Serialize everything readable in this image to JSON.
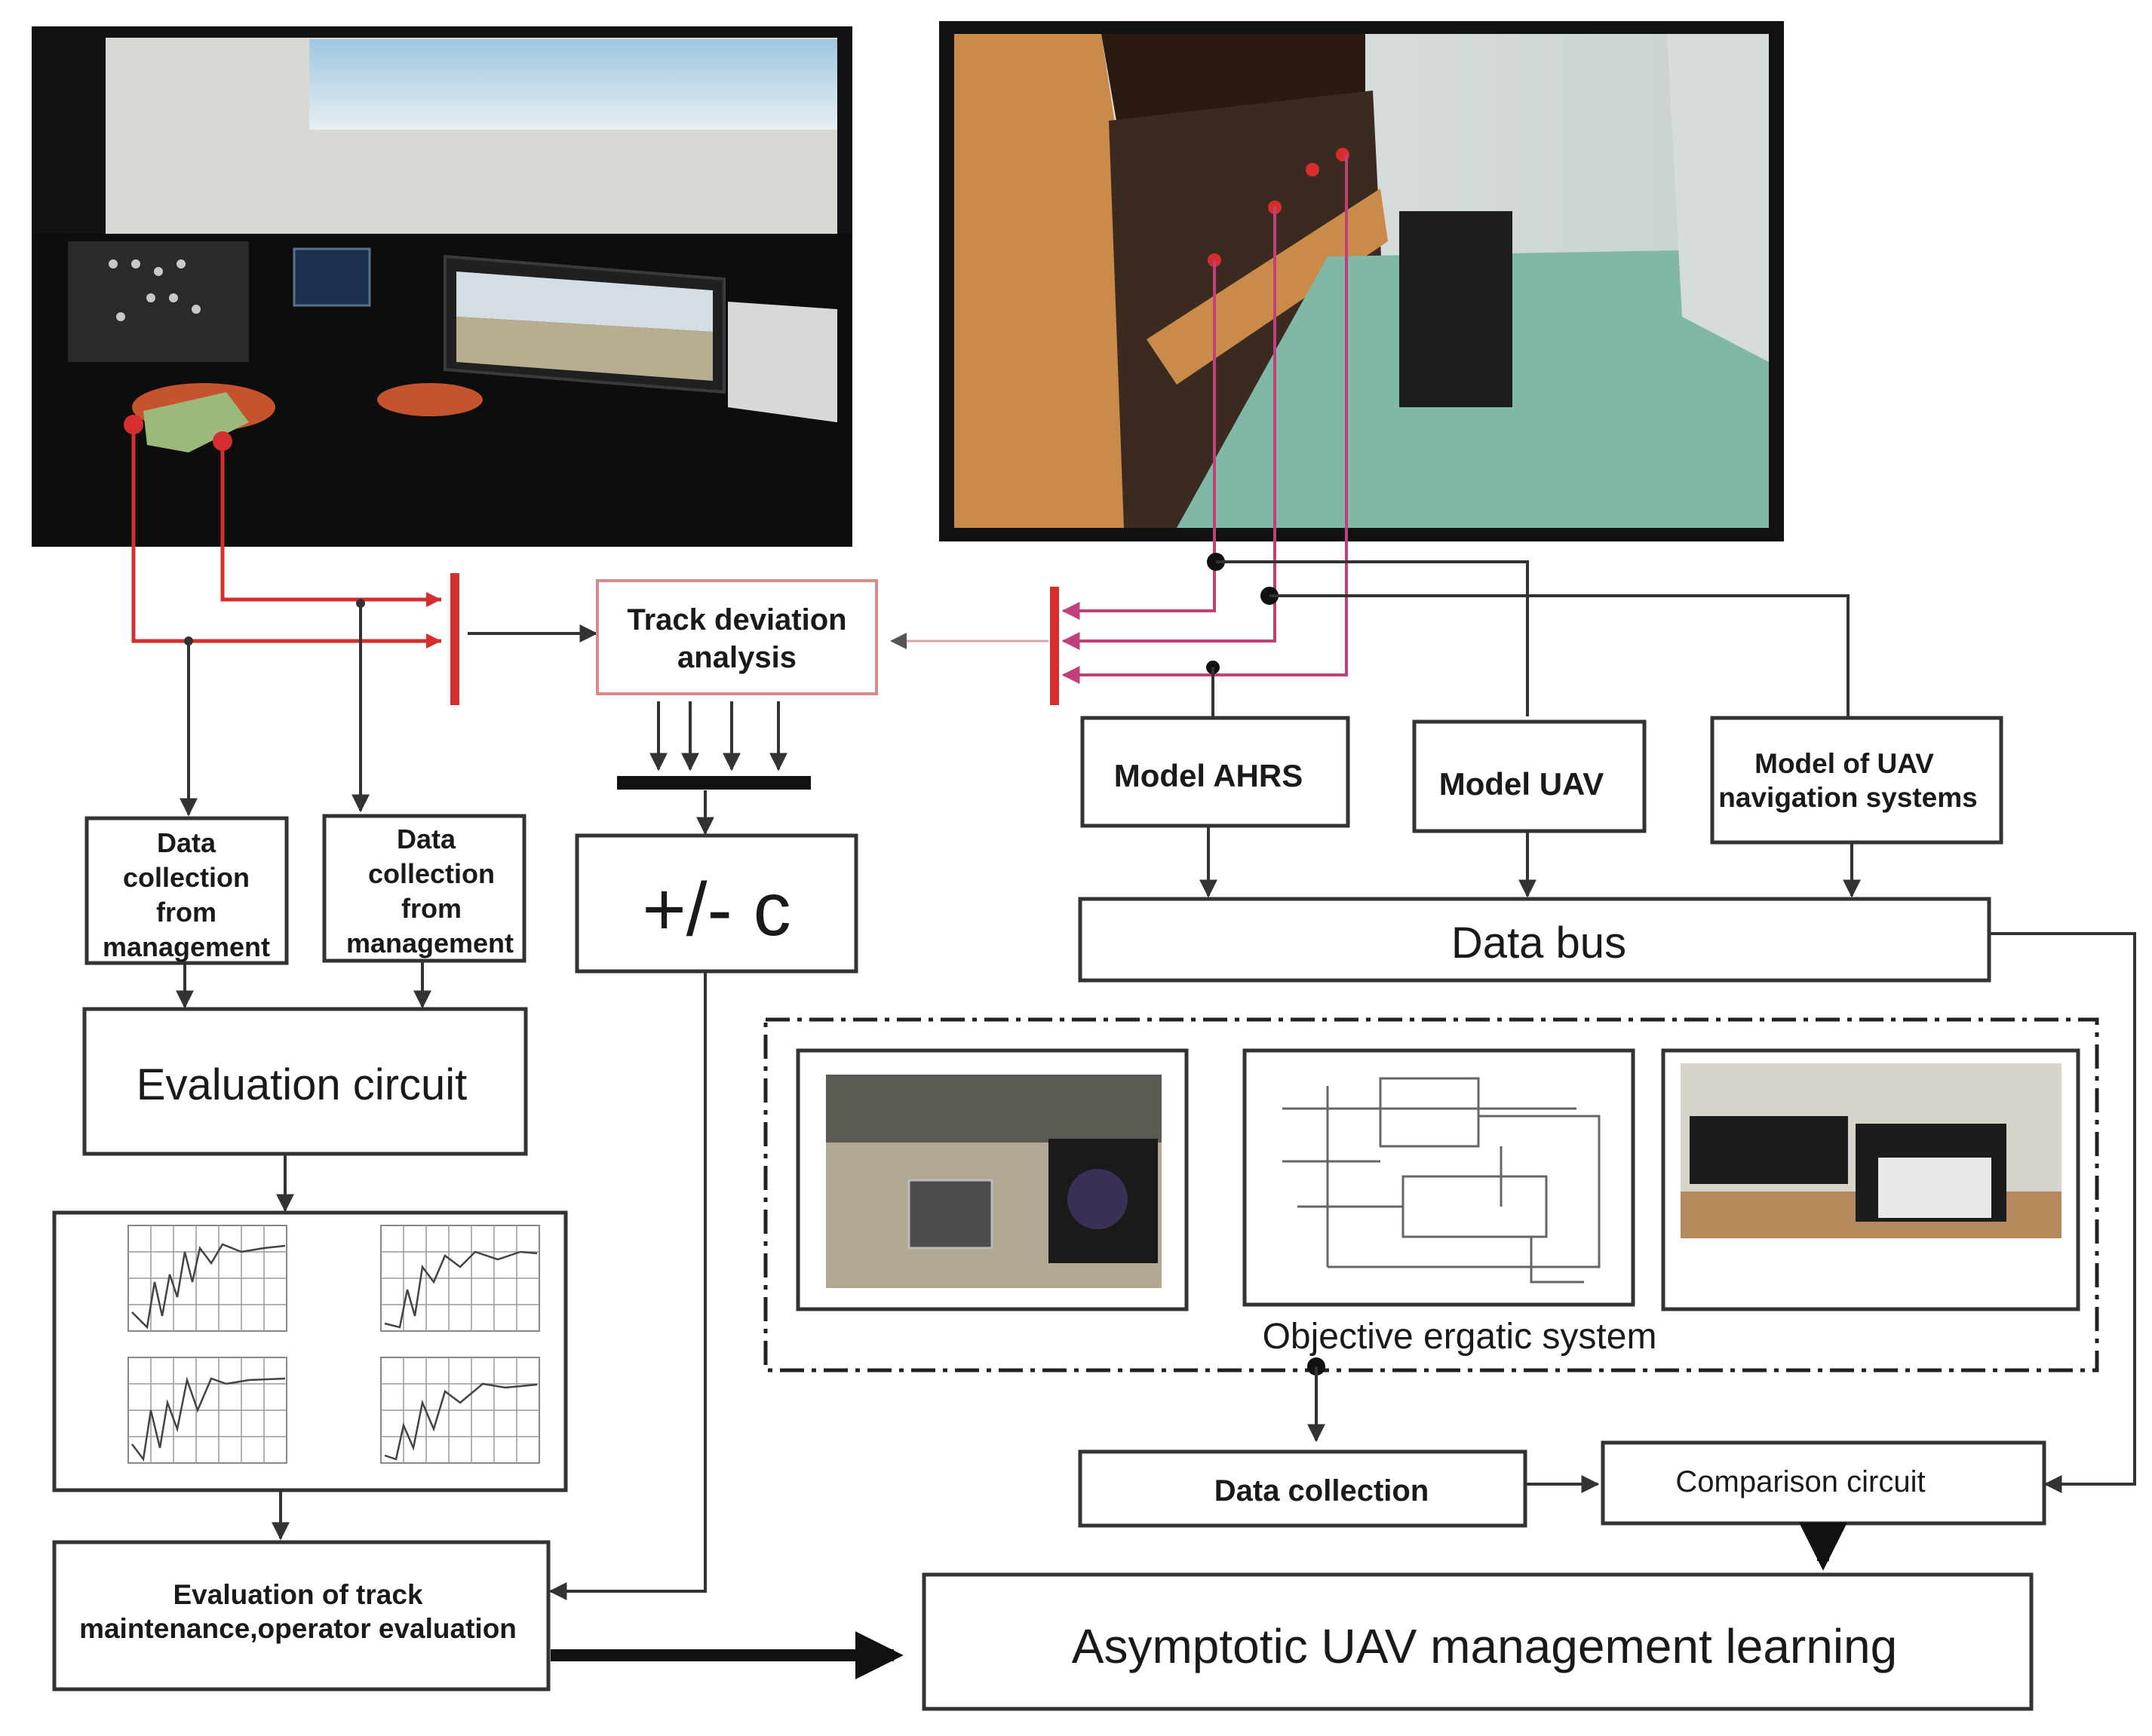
{
  "labels": {
    "track_deviation": [
      "Track deviation",
      "analysis"
    ],
    "plus_minus_c": "+/- c",
    "data_collection_left": [
      "Data",
      "collection",
      "from",
      "management"
    ],
    "data_collection_right": [
      "Data",
      "collection",
      "from",
      "management"
    ],
    "evaluation_circuit": "Evaluation circuit",
    "model_ahrs": "Model AHRS",
    "model_uav": "Model UAV",
    "model_nav": [
      "Model of UAV",
      "navigation systems"
    ],
    "data_bus": "Data bus",
    "objective_ergatic": "Objective ergatic system",
    "data_collection": "Data collection",
    "comparison_circuit": "Comparison circuit",
    "evaluation_track": [
      "Evaluation of track",
      "maintenance,operator evaluation"
    ],
    "asymptotic": "Asymptotic UAV management learning"
  },
  "colors": {
    "red_wire": "#d62e2e",
    "magenta_wire": "#c2407a",
    "box_stroke": "#333333",
    "room_wall": "#dcdcd8",
    "floor": "#7fb8a6",
    "wood": "#c98a4a"
  },
  "photos": {
    "left": "flight-simulator-cockpit-photo",
    "right": "uav-test-bench-room-photo",
    "ergatic_1": "avionics-equipment-photo",
    "ergatic_2": "electrical-schematic-drawing",
    "ergatic_3": "control-unit-on-desk-photo"
  }
}
